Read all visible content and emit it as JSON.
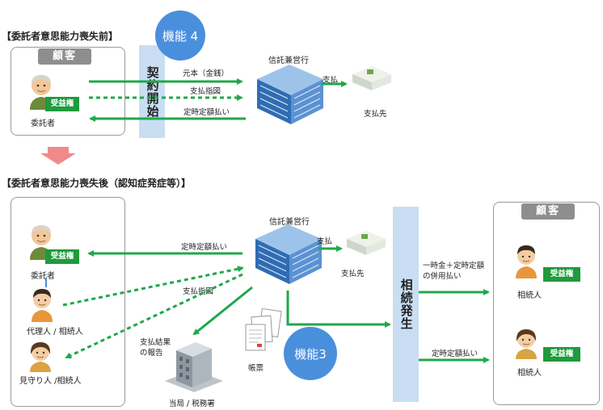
{
  "section_before": {
    "title": "【委託者意思能力喪失前】"
  },
  "section_after": {
    "title": "【委託者意思能力喪失後（認知症発症等）】"
  },
  "customer_box": {
    "header": "顧客"
  },
  "functions": {
    "function4": "機能 4",
    "function3": "機能3"
  },
  "contract_start": "契約開始",
  "inheritance_occurs": "相続発生",
  "trust_bank": "信託兼営行",
  "payee": "支払先",
  "authority": "当局 / 税務署",
  "vouchers": "帳票",
  "beneficiary_right": "受益権",
  "before": {
    "settlor": "委託者",
    "arrows": {
      "principal": "元本（金銭）",
      "payment_instruction": "支払指図",
      "fixed_payment": "定時定額払い",
      "payment": "支払"
    }
  },
  "after": {
    "settlor": "委託者",
    "agent": "代理人 / 相続人",
    "guardian": "見守り人 /相続人",
    "heir1": "相続人",
    "heir2": "相続人",
    "arrows": {
      "fixed_payment": "定時定額払い",
      "payment_instruction": "支払指図",
      "payment_result_line1": "支払結果",
      "payment_result_line2": "の報告",
      "payment": "支払",
      "lump_sum_line1": "一時金＋定時定額",
      "lump_sum_line2": "の併用払い",
      "fixed_payment_heir": "定時定額払い"
    }
  },
  "colors": {
    "arrow_green": "#1fa84a",
    "badge_green": "#1f9a3c",
    "circle_blue": "#4a8fdc",
    "bar_blue": "#c9def3",
    "down_arrow_pink": "#f08a8a"
  },
  "icons": [
    "elderly-person-icon",
    "bank-building-icon",
    "hospital-icon",
    "office-building-icon",
    "documents-icon",
    "man-icon",
    "woman-icon"
  ]
}
